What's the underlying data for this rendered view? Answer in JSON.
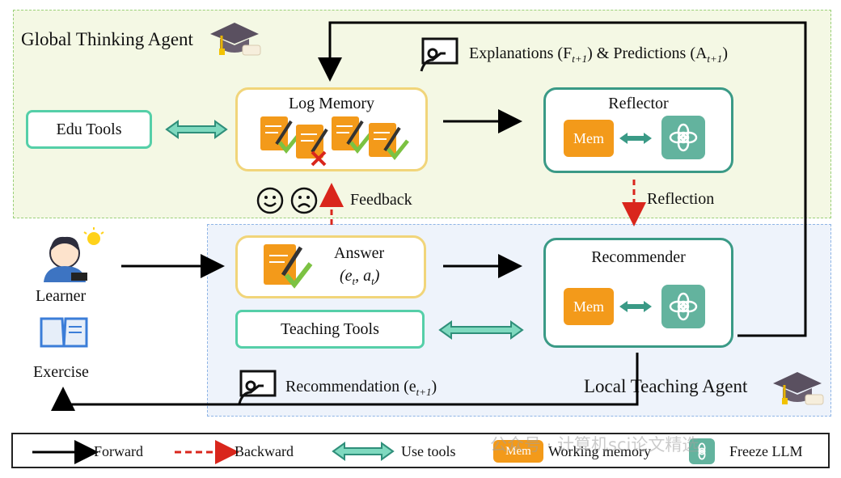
{
  "global_agent": {
    "title": "Global Thinking Agent"
  },
  "local_agent": {
    "title": "Local Teaching Agent"
  },
  "nodes": {
    "edu_tools": "Edu Tools",
    "log_memory": "Log Memory",
    "reflector": "Reflector",
    "answer": "Answer",
    "answer_math": "(e",
    "answer_sub_t": "t",
    "answer_mid": ", a",
    "answer_sub_t2": "t",
    "answer_close": ")",
    "recommender": "Recommender",
    "teaching_tools": "Teaching Tools",
    "mem_label": "Mem",
    "learner": "Learner",
    "exercise": "Exercise"
  },
  "edges": {
    "explanations": "Explanations (F",
    "explanations_sub": "t+1",
    "predictions": ") & Predictions (A",
    "predictions_sub": "t+1",
    "predictions_close": ")",
    "feedback": "Feedback",
    "reflection": "Reflection",
    "recommendation": "Recommendation (e",
    "recommendation_sub": "t+1",
    "recommendation_close": ")"
  },
  "legend": {
    "forward": "Forward",
    "backward": "Backward",
    "use_tools": "Use tools",
    "working_memory": "Working memory",
    "freeze_llm": "Freeze LLM",
    "mem_label": "Mem"
  },
  "watermark": "公众号 · 计算机sci论文精选",
  "colors": {
    "forward": "#000000",
    "backward": "#d9261c",
    "use_tools": "#3f9c88",
    "memory": "#f39a1a",
    "llm": "#63b39e"
  }
}
